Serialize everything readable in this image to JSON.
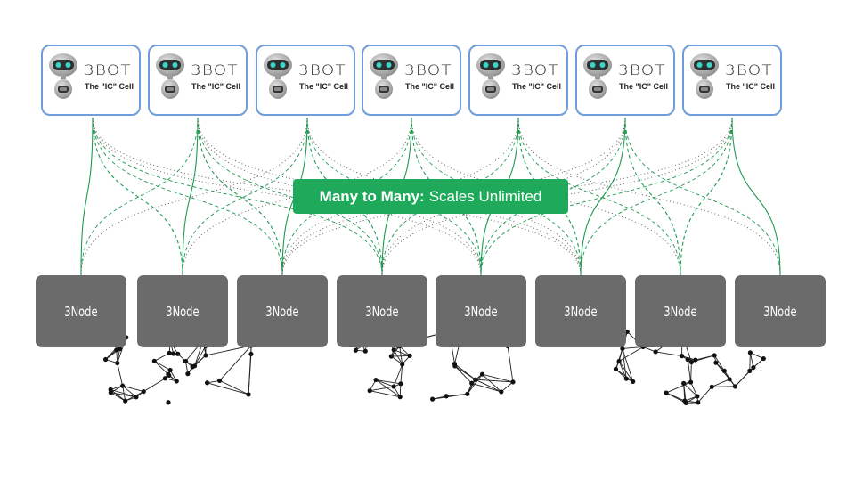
{
  "banner": {
    "bold": "Many to Many:",
    "rest": "Scales Unlimited"
  },
  "bots": [
    {
      "logo": "3BOT",
      "subtitle": "The \"IC\" Cell"
    },
    {
      "logo": "3BOT",
      "subtitle": "The \"IC\" Cell"
    },
    {
      "logo": "3BOT",
      "subtitle": "The \"IC\" Cell"
    },
    {
      "logo": "3BOT",
      "subtitle": "The \"IC\" Cell"
    },
    {
      "logo": "3BOT",
      "subtitle": "The \"IC\" Cell"
    },
    {
      "logo": "3BOT",
      "subtitle": "The \"IC\" Cell"
    },
    {
      "logo": "3BOT",
      "subtitle": "The \"IC\" Cell"
    }
  ],
  "nodes": [
    {
      "label": "3Node"
    },
    {
      "label": "3Node"
    },
    {
      "label": "3Node"
    },
    {
      "label": "3Node"
    },
    {
      "label": "3Node"
    },
    {
      "label": "3Node"
    },
    {
      "label": "3Node"
    },
    {
      "label": "3Node"
    }
  ],
  "colors": {
    "card_border": "#6f9ddc",
    "node_fill": "#6b6b6b",
    "banner_fill": "#1faa5b",
    "wire_green": "#1e9a50",
    "wire_dotted": "#555555"
  }
}
